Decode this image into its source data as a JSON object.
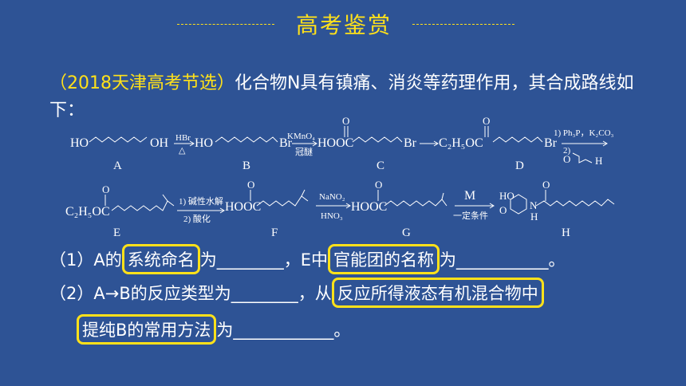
{
  "title": "高考鉴赏",
  "intro": {
    "source": "（2018天津高考节选）",
    "text": "化合物N具有镇痛、消炎等药理作用，其合成路线如下："
  },
  "scheme": {
    "row1": {
      "a_formula": "HO",
      "a_oh": "OH",
      "reagent_hbr": "HBr",
      "reagent_heat": "△",
      "b_ho": "HO",
      "b_br": "Br",
      "kmno4": "KMnO₄",
      "crown": "冠醚",
      "c_hooc": "HOOC",
      "c_o": "O",
      "c_br": "Br",
      "d_prefix": "C₂H₅OC",
      "d_o": "O",
      "d_br": "Br",
      "cond1": "1) Ph₃P，K₂CO₃",
      "cond2": "2)",
      "ald_o": "O",
      "ald_h": "H"
    },
    "labels_row1": [
      "A",
      "B",
      "C",
      "D"
    ],
    "row2": {
      "e_prefix": "C₂H₅OC",
      "e_o": "O",
      "hydro1": "1) 碱性水解",
      "hydro2": "2) 酸化",
      "f_hooc": "HOOC",
      "f_o": "O",
      "nano2": "NaNO₂",
      "hno3": "HNO₃",
      "g_hooc": "HOOC",
      "g_o": "O",
      "m": "M",
      "m_cond": "一定条件",
      "h_ho": "HO",
      "h_o": "O",
      "h_n": "N",
      "h_h": "H",
      "h_co": "O"
    },
    "labels_row2": [
      "E",
      "F",
      "G",
      "H"
    ]
  },
  "questions": {
    "q1": {
      "prefix": "（1）A的",
      "hl1": "系统命名",
      "mid": "为________，E中",
      "hl2": "官能团的名称",
      "tail": "为___________。"
    },
    "q2": {
      "prefix": "（2）A→B的反应类型为________，从",
      "hl": "反应所得液态有机混合物中"
    },
    "q3": {
      "hl": "提纯B的常用方法",
      "tail": "为____________。"
    }
  }
}
